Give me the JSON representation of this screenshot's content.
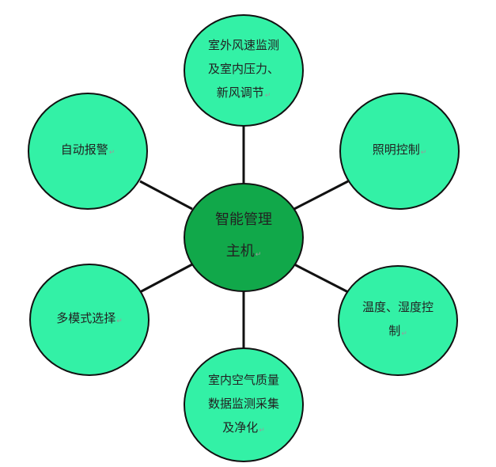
{
  "colors": {
    "satellite_fill": "#33f1a6",
    "center_fill": "#11a84a",
    "outline": "#111111",
    "connector": "#111111",
    "text": "#222222",
    "return_mark": "#9a9a9a"
  },
  "center": {
    "lines": [
      "智能管理",
      "主机"
    ],
    "return_mark": "↵"
  },
  "nodes": [
    {
      "id": "top",
      "lines": [
        "室外风速监测",
        "及室内压力、",
        "新风调节"
      ],
      "return_mark": "↵"
    },
    {
      "id": "upper-right",
      "lines": [
        "照明控制"
      ],
      "return_mark": "↵"
    },
    {
      "id": "lower-right",
      "lines": [
        "温度、湿度控",
        "制"
      ],
      "return_mark": "↵"
    },
    {
      "id": "bottom",
      "lines": [
        "室内空气质量",
        "数据监测采集",
        "及净化"
      ],
      "return_mark": "↵"
    },
    {
      "id": "lower-left",
      "lines": [
        "多模式选择"
      ],
      "return_mark": "↵"
    },
    {
      "id": "upper-left",
      "lines": [
        "自动报警"
      ],
      "return_mark": "↵"
    }
  ]
}
